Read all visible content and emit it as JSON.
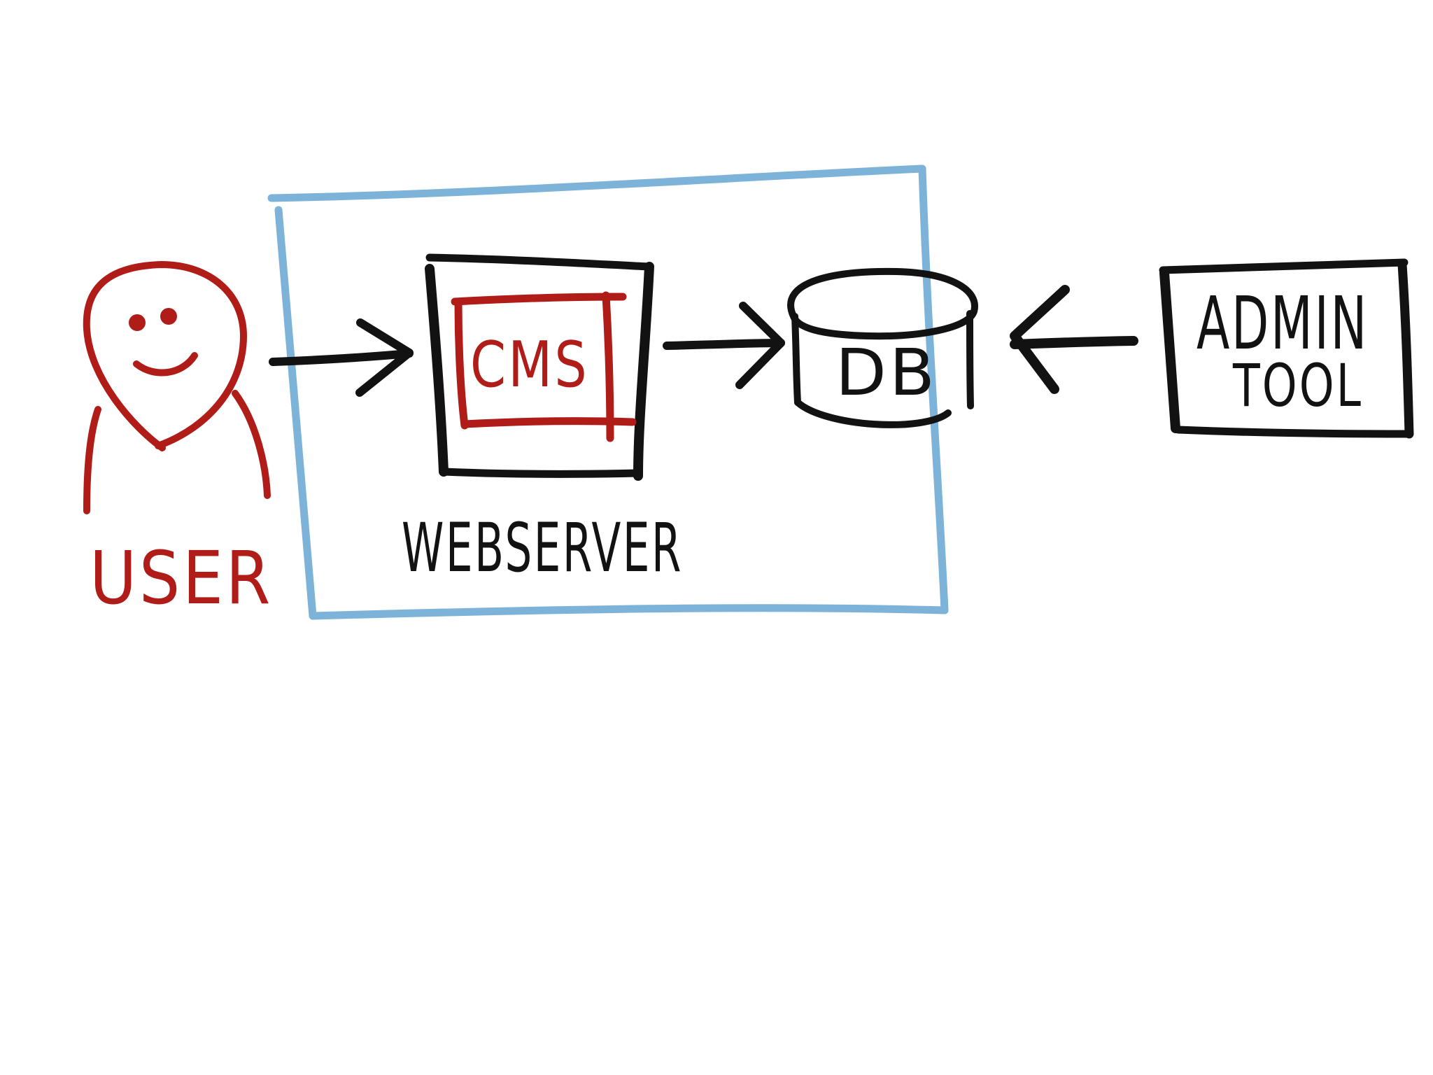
{
  "colors": {
    "ink": "#121212",
    "red": "#b01c17",
    "blue": "#7db3d9",
    "background": "#ffffff"
  },
  "nodes": {
    "user": {
      "label": "USER",
      "icon": "person-icon"
    },
    "webserver": {
      "label": "WEBSERVER"
    },
    "cms": {
      "label": "CMS"
    },
    "db": {
      "label": "DB",
      "icon": "database-icon"
    },
    "admin_tool": {
      "line1": "ADMIN",
      "line2": "TOOL"
    }
  },
  "edges": [
    {
      "from": "user",
      "to": "cms"
    },
    {
      "from": "cms",
      "to": "db"
    },
    {
      "from": "admin_tool",
      "to": "db"
    }
  ]
}
